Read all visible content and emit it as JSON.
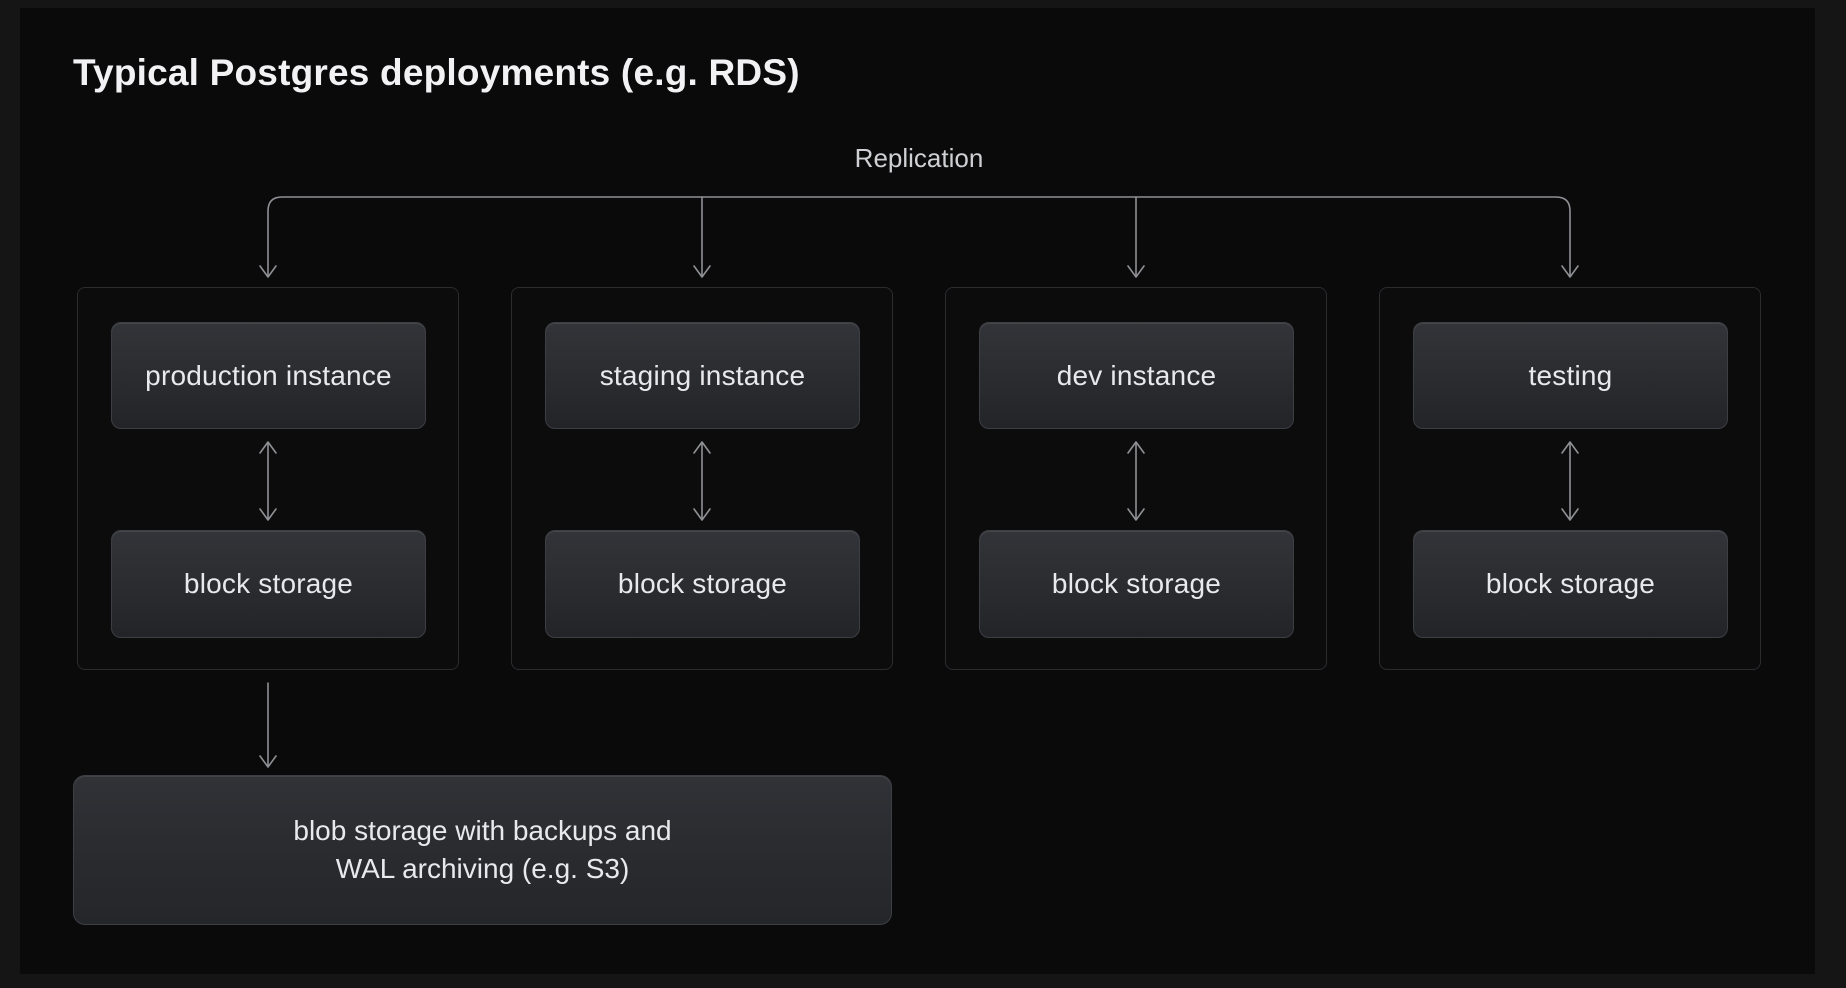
{
  "title": "Typical Postgres deployments (e.g. RDS)",
  "replication": {
    "label": "Replication"
  },
  "columns": [
    {
      "instance": "production instance",
      "storage": "block storage"
    },
    {
      "instance": "staging instance",
      "storage": "block storage"
    },
    {
      "instance": "dev instance",
      "storage": "block storage"
    },
    {
      "instance": "testing",
      "storage": "block storage"
    }
  ],
  "blob": {
    "line1": "blob storage with backups and",
    "line2": "WAL archiving (e.g. S3)"
  },
  "colors": {
    "outer_background": "#151516",
    "panel_background": "#0a0a0b",
    "node_fill": "#2b2d31",
    "node_border": "#3c3e44",
    "group_border": "#2a2c30",
    "connector": "#8e9094",
    "title_text": "#f2f2f4",
    "label_text": "#cfd0d4",
    "node_text": "#e9e9eb"
  }
}
